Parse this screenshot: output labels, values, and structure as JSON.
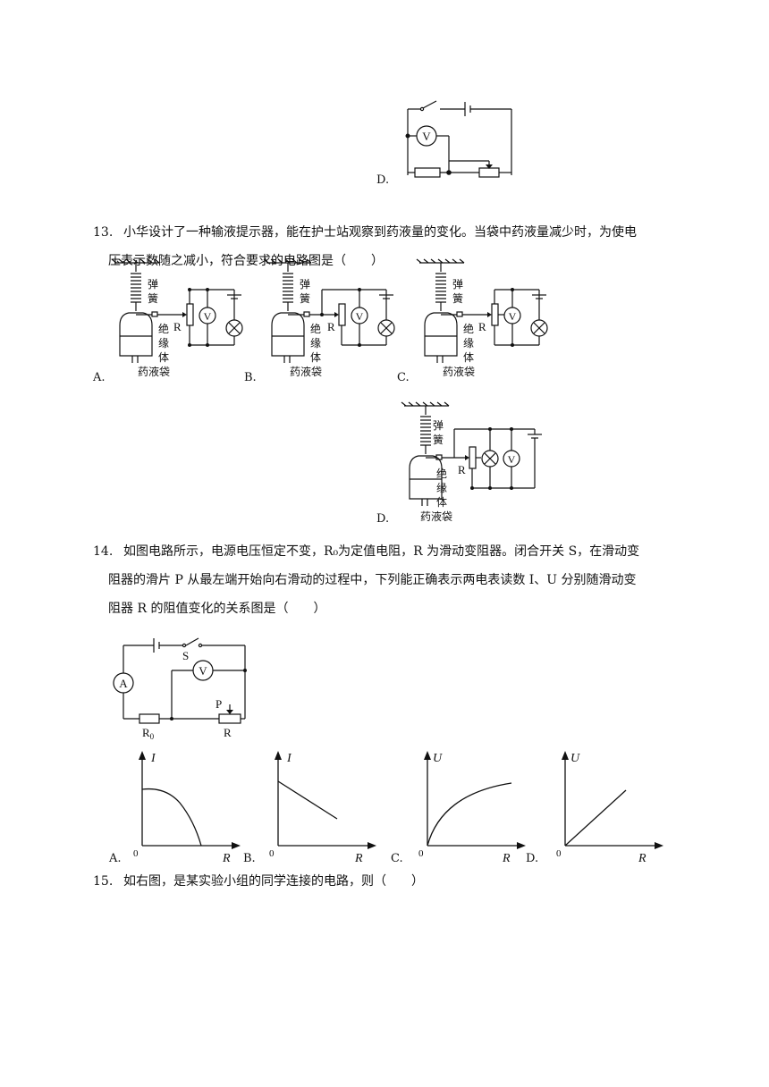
{
  "q12": {
    "option_d_label": "D.",
    "meter_v": "V"
  },
  "q13": {
    "number": "13.",
    "text_line1": "小华设计了一种输液提示器，能在护士站观察到药液量的变化。当袋中药液量减少时，为使电",
    "text_line2": "压表示数随之减小，符合要求的电路图是（　　）",
    "spring_label_1": "弹",
    "spring_label_2": "簧",
    "insulator_label_1": "绝",
    "insulator_label_2": "缘",
    "insulator_label_3": "体",
    "bag_label": "药液袋",
    "resistor_label": "R",
    "meter_v": "V",
    "options": [
      "A.",
      "B.",
      "C.",
      "D."
    ]
  },
  "q14": {
    "number": "14.",
    "text_line1": "如图电路所示，电源电压恒定不变，R₀为定值电阻，R 为滑动变阻器。闭合开关 S，在滑动变",
    "text_line2": "阻器的滑片 P 从最左端开始向右滑动的过程中，下列能正确表示两电表读数 I、U 分别随滑动变",
    "text_line3": "阻器 R 的阻值变化的关系图是（　　）",
    "circuit": {
      "ammeter": "A",
      "voltmeter": "V",
      "switch": "S",
      "slider": "P",
      "r0": "R",
      "r0_sub": "0",
      "r": "R"
    },
    "graphs": [
      {
        "option": "A.",
        "ylabel": "I",
        "xlabel": "R",
        "origin": "0",
        "curve": "concave-down-falling"
      },
      {
        "option": "B.",
        "ylabel": "I",
        "xlabel": "R",
        "origin": "0",
        "curve": "linear-falling"
      },
      {
        "option": "C.",
        "ylabel": "U",
        "xlabel": "R",
        "origin": "0",
        "curve": "rising-saturating"
      },
      {
        "option": "D.",
        "ylabel": "U",
        "xlabel": "R",
        "origin": "0",
        "curve": "linear-rising"
      }
    ]
  },
  "q15": {
    "number": "15.",
    "text": "如右图，是某实验小组的同学连接的电路，则（　　）"
  }
}
